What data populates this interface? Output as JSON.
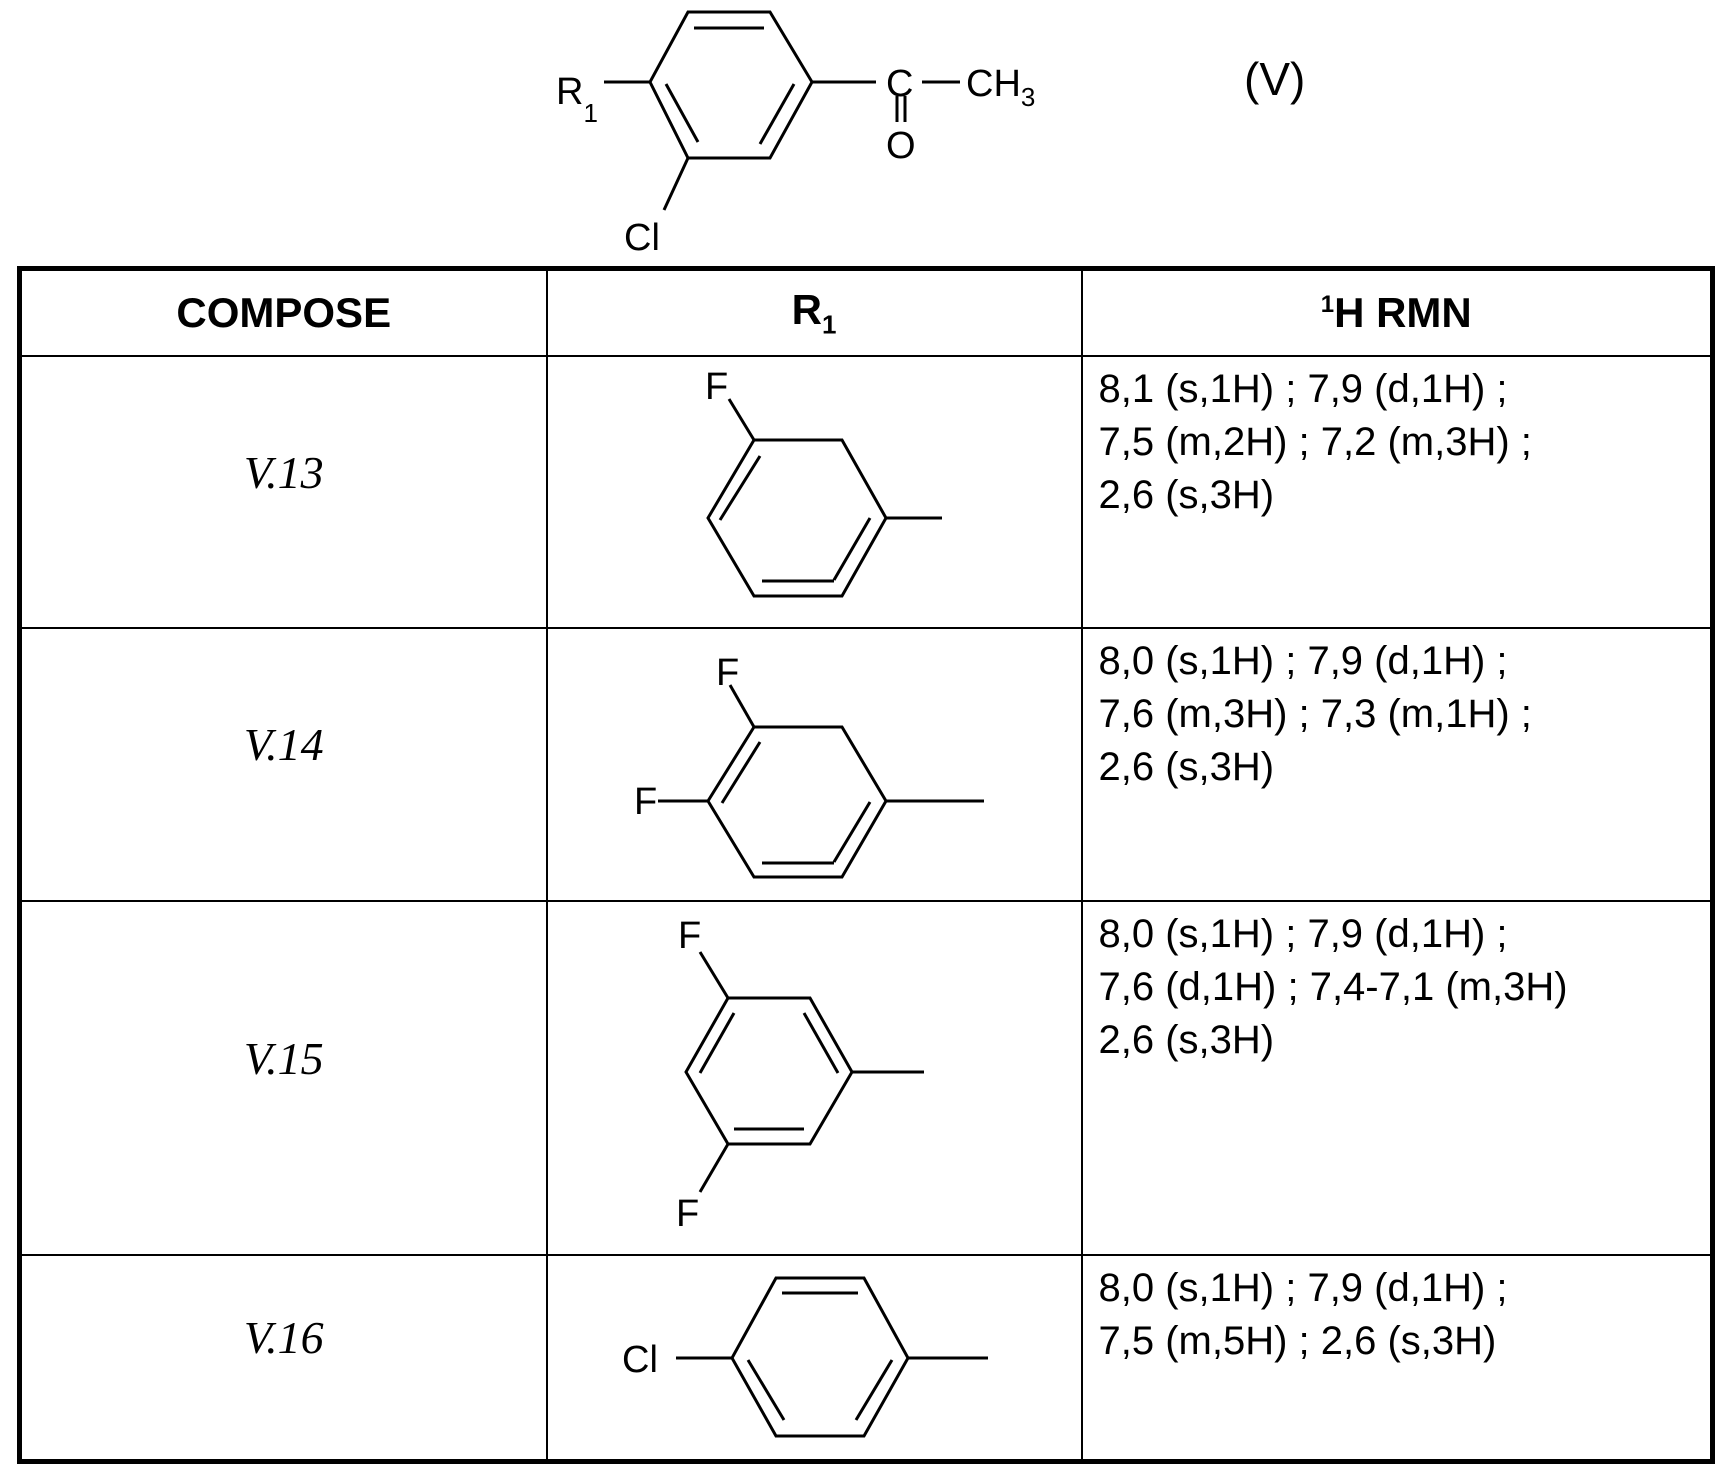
{
  "header": {
    "formula_label": "(V)",
    "structure_labels": {
      "r_main": "R",
      "r_sub": "1",
      "carbon": "C",
      "methyl_main": "CH",
      "methyl_sub": "3",
      "oxygen": "O",
      "chlorine": "Cl"
    }
  },
  "table": {
    "headers": {
      "compound": "COMPOSE",
      "r1_main": "R",
      "r1_sub": "1",
      "nmr_sup": "1",
      "nmr_main": "H RMN"
    },
    "rows": [
      {
        "compound": "V.13",
        "substituent_labels": [
          "F"
        ],
        "nmr": "8,1 (s,1H) ; 7,9 (d,1H) ;\n7,5 (m,2H) ; 7,2 (m,3H) ;\n2,6 (s,3H)"
      },
      {
        "compound": "V.14",
        "substituent_labels": [
          "F",
          "F"
        ],
        "nmr": "8,0 (s,1H) ; 7,9 (d,1H) ;\n7,6 (m,3H) ; 7,3 (m,1H) ;\n2,6 (s,3H)"
      },
      {
        "compound": "V.15",
        "substituent_labels": [
          "F",
          "F"
        ],
        "nmr": "8,0 (s,1H) ; 7,9 (d,1H) ;\n7,6 (d,1H) ; 7,4-7,1 (m,3H)\n2,6 (s,3H)"
      },
      {
        "compound": "V.16",
        "substituent_labels": [
          "Cl"
        ],
        "nmr": "8,0 (s,1H) ; 7,9 (d,1H) ;\n7,5 (m,5H) ; 2,6 (s,3H)"
      }
    ]
  }
}
